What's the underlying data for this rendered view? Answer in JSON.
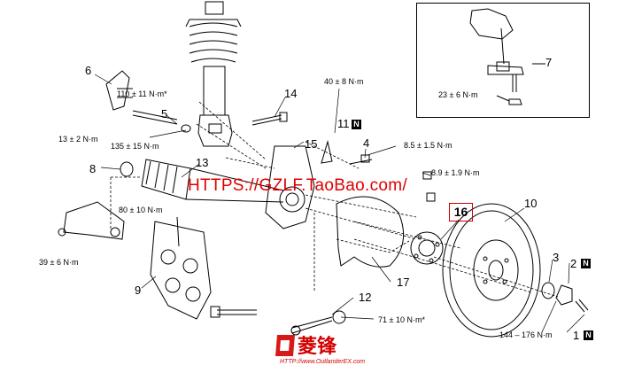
{
  "torque_labels": {
    "t110": "110 ± 11 N·m*",
    "t13": "13 ± 2 N·m",
    "t135": "135 ± 15 N·m",
    "t40": "40 ± 8 N·m",
    "t8_5": "8.5 ± 1.5 N·m",
    "t8_9": "8.9 ± 1.9 N·m",
    "t80": "80 ± 10 N·m",
    "t39": "39 ± 6 N·m",
    "t71": "71 ± 10 N·m*",
    "t144": "144 – 176 N·m",
    "t23": "23 ± 6 N·m"
  },
  "part_numbers": {
    "p1": "1",
    "p2": "2",
    "p3": "3",
    "p4": "4",
    "p5": "5",
    "p6": "6",
    "p7": "7",
    "p8": "8",
    "p9": "9",
    "p10": "10",
    "p11": "11",
    "p12": "12",
    "p13": "13",
    "p14": "14",
    "p15": "15",
    "p16": "16",
    "p17": "17"
  },
  "new_part_mark": "N",
  "watermark": "HTTPS://GZLF.TaoBao.com/",
  "brand": {
    "name": "菱锋",
    "url": "HTTP://www.OutlanderEX.com"
  },
  "colors": {
    "line": "#000000",
    "watermark": "#e00000",
    "highlight_box": "#cc0000",
    "brand": "#d40000"
  }
}
